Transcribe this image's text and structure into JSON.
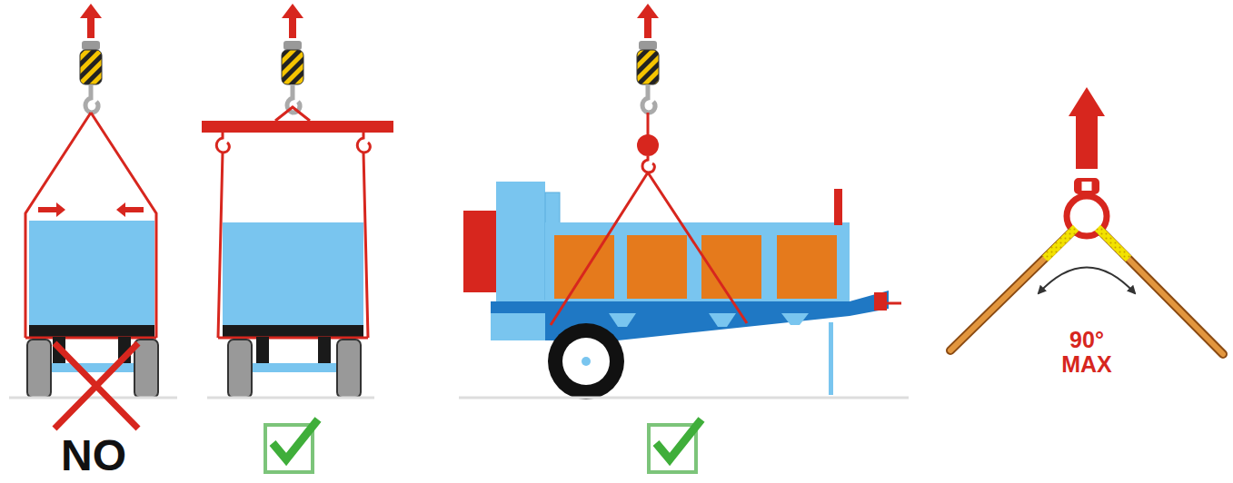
{
  "diagram": {
    "labels": [
      "NO",
      "90°",
      "MAX"
    ]
  }
}
